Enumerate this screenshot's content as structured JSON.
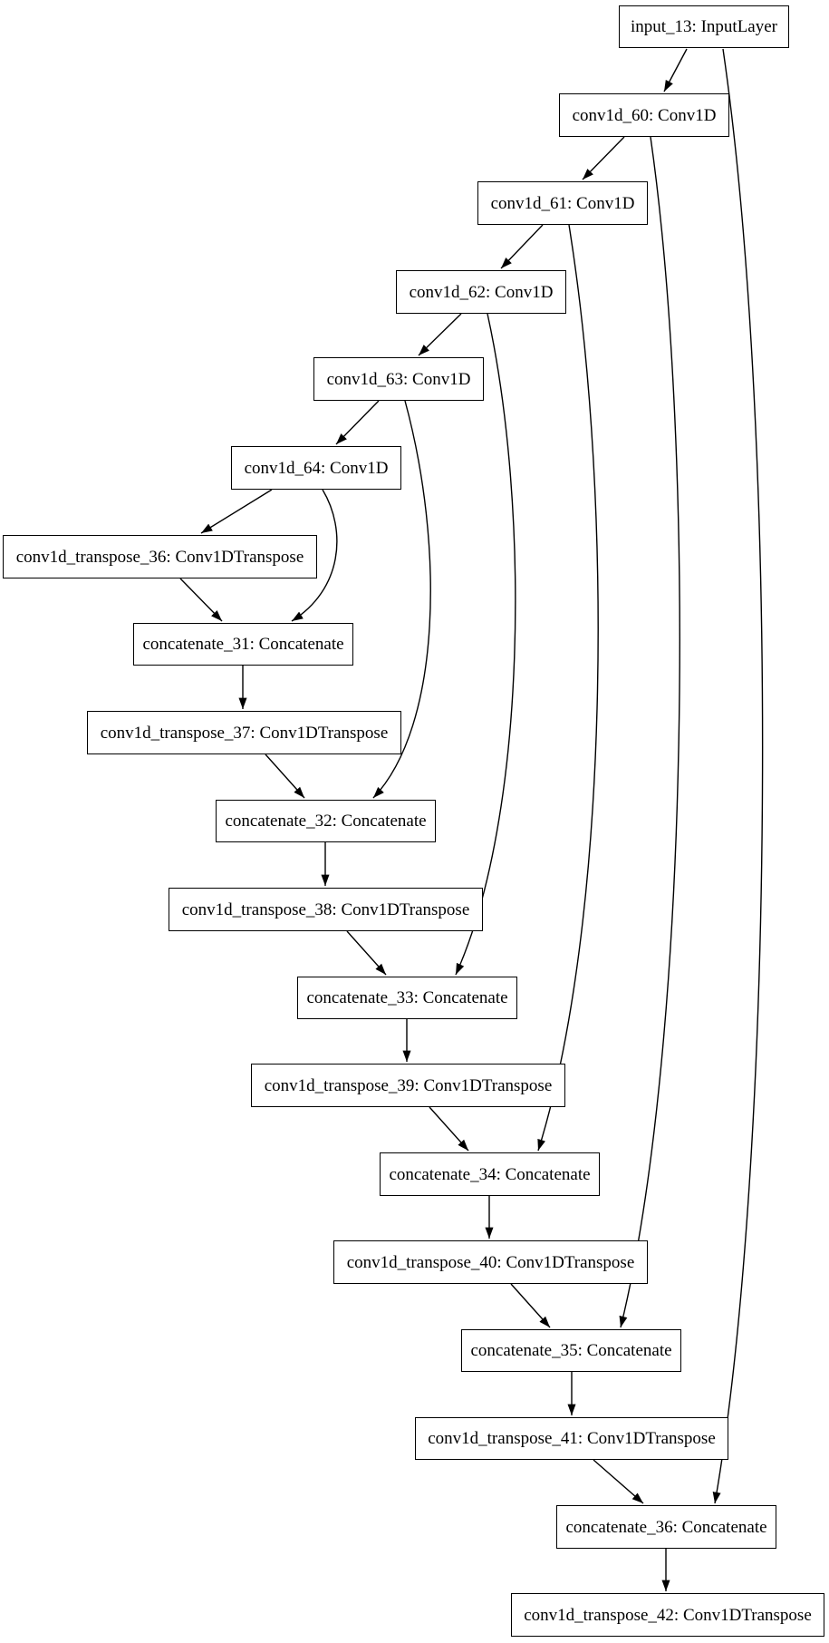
{
  "diagram": {
    "kind": "keras-model-graph",
    "nodes": [
      {
        "id": "input_13",
        "label": "input_13: InputLayer"
      },
      {
        "id": "conv1d_60",
        "label": "conv1d_60: Conv1D"
      },
      {
        "id": "conv1d_61",
        "label": "conv1d_61: Conv1D"
      },
      {
        "id": "conv1d_62",
        "label": "conv1d_62: Conv1D"
      },
      {
        "id": "conv1d_63",
        "label": "conv1d_63: Conv1D"
      },
      {
        "id": "conv1d_64",
        "label": "conv1d_64: Conv1D"
      },
      {
        "id": "conv1d_transpose_36",
        "label": "conv1d_transpose_36: Conv1DTranspose"
      },
      {
        "id": "concatenate_31",
        "label": "concatenate_31: Concatenate"
      },
      {
        "id": "conv1d_transpose_37",
        "label": "conv1d_transpose_37: Conv1DTranspose"
      },
      {
        "id": "concatenate_32",
        "label": "concatenate_32: Concatenate"
      },
      {
        "id": "conv1d_transpose_38",
        "label": "conv1d_transpose_38: Conv1DTranspose"
      },
      {
        "id": "concatenate_33",
        "label": "concatenate_33: Concatenate"
      },
      {
        "id": "conv1d_transpose_39",
        "label": "conv1d_transpose_39: Conv1DTranspose"
      },
      {
        "id": "concatenate_34",
        "label": "concatenate_34: Concatenate"
      },
      {
        "id": "conv1d_transpose_40",
        "label": "conv1d_transpose_40: Conv1DTranspose"
      },
      {
        "id": "concatenate_35",
        "label": "concatenate_35: Concatenate"
      },
      {
        "id": "conv1d_transpose_41",
        "label": "conv1d_transpose_41: Conv1DTranspose"
      },
      {
        "id": "concatenate_36",
        "label": "concatenate_36: Concatenate"
      },
      {
        "id": "conv1d_transpose_42",
        "label": "conv1d_transpose_42: Conv1DTranspose"
      }
    ],
    "edges": [
      {
        "from": "input_13",
        "to": "conv1d_60"
      },
      {
        "from": "conv1d_60",
        "to": "conv1d_61"
      },
      {
        "from": "conv1d_61",
        "to": "conv1d_62"
      },
      {
        "from": "conv1d_62",
        "to": "conv1d_63"
      },
      {
        "from": "conv1d_63",
        "to": "conv1d_64"
      },
      {
        "from": "conv1d_64",
        "to": "conv1d_transpose_36"
      },
      {
        "from": "conv1d_64",
        "to": "concatenate_31"
      },
      {
        "from": "conv1d_transpose_36",
        "to": "concatenate_31"
      },
      {
        "from": "concatenate_31",
        "to": "conv1d_transpose_37"
      },
      {
        "from": "conv1d_transpose_37",
        "to": "concatenate_32"
      },
      {
        "from": "conv1d_63",
        "to": "concatenate_32"
      },
      {
        "from": "concatenate_32",
        "to": "conv1d_transpose_38"
      },
      {
        "from": "conv1d_transpose_38",
        "to": "concatenate_33"
      },
      {
        "from": "conv1d_62",
        "to": "concatenate_33"
      },
      {
        "from": "concatenate_33",
        "to": "conv1d_transpose_39"
      },
      {
        "from": "conv1d_transpose_39",
        "to": "concatenate_34"
      },
      {
        "from": "conv1d_61",
        "to": "concatenate_34"
      },
      {
        "from": "concatenate_34",
        "to": "conv1d_transpose_40"
      },
      {
        "from": "conv1d_transpose_40",
        "to": "concatenate_35"
      },
      {
        "from": "conv1d_60",
        "to": "concatenate_35"
      },
      {
        "from": "concatenate_35",
        "to": "conv1d_transpose_41"
      },
      {
        "from": "conv1d_transpose_41",
        "to": "concatenate_36"
      },
      {
        "from": "input_13",
        "to": "concatenate_36"
      },
      {
        "from": "concatenate_36",
        "to": "conv1d_transpose_42"
      }
    ],
    "colors": {
      "background": "#ffffff",
      "node_fill": "#ffffff",
      "node_border": "#000000",
      "edge": "#000000",
      "text": "#000000"
    }
  }
}
